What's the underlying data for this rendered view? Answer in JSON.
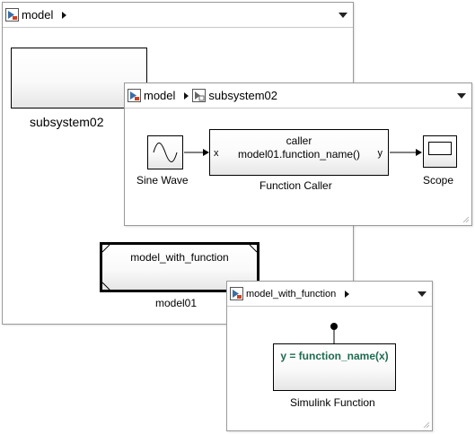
{
  "model_window": {
    "breadcrumb": "model",
    "subsystem_label": "subsystem02",
    "model_block_text": "model_with_function",
    "model_block_label": "model01"
  },
  "subsystem_window": {
    "breadcrumb_root": "model",
    "breadcrumb_child": "subsystem02",
    "sine_label": "Sine Wave",
    "caller_line1": "caller",
    "caller_line2": "model01.function_name()",
    "caller_in_port": "x",
    "caller_out_port": "y",
    "caller_label": "Function Caller",
    "scope_label": "Scope"
  },
  "function_window": {
    "breadcrumb": "model_with_function",
    "function_text": "y = function_name(x)",
    "function_label": "Simulink Function"
  },
  "colors": {
    "function_text": "#1f6b4f",
    "model_icon_red": "#d04020",
    "model_icon_blue": "#3a6ea5"
  }
}
